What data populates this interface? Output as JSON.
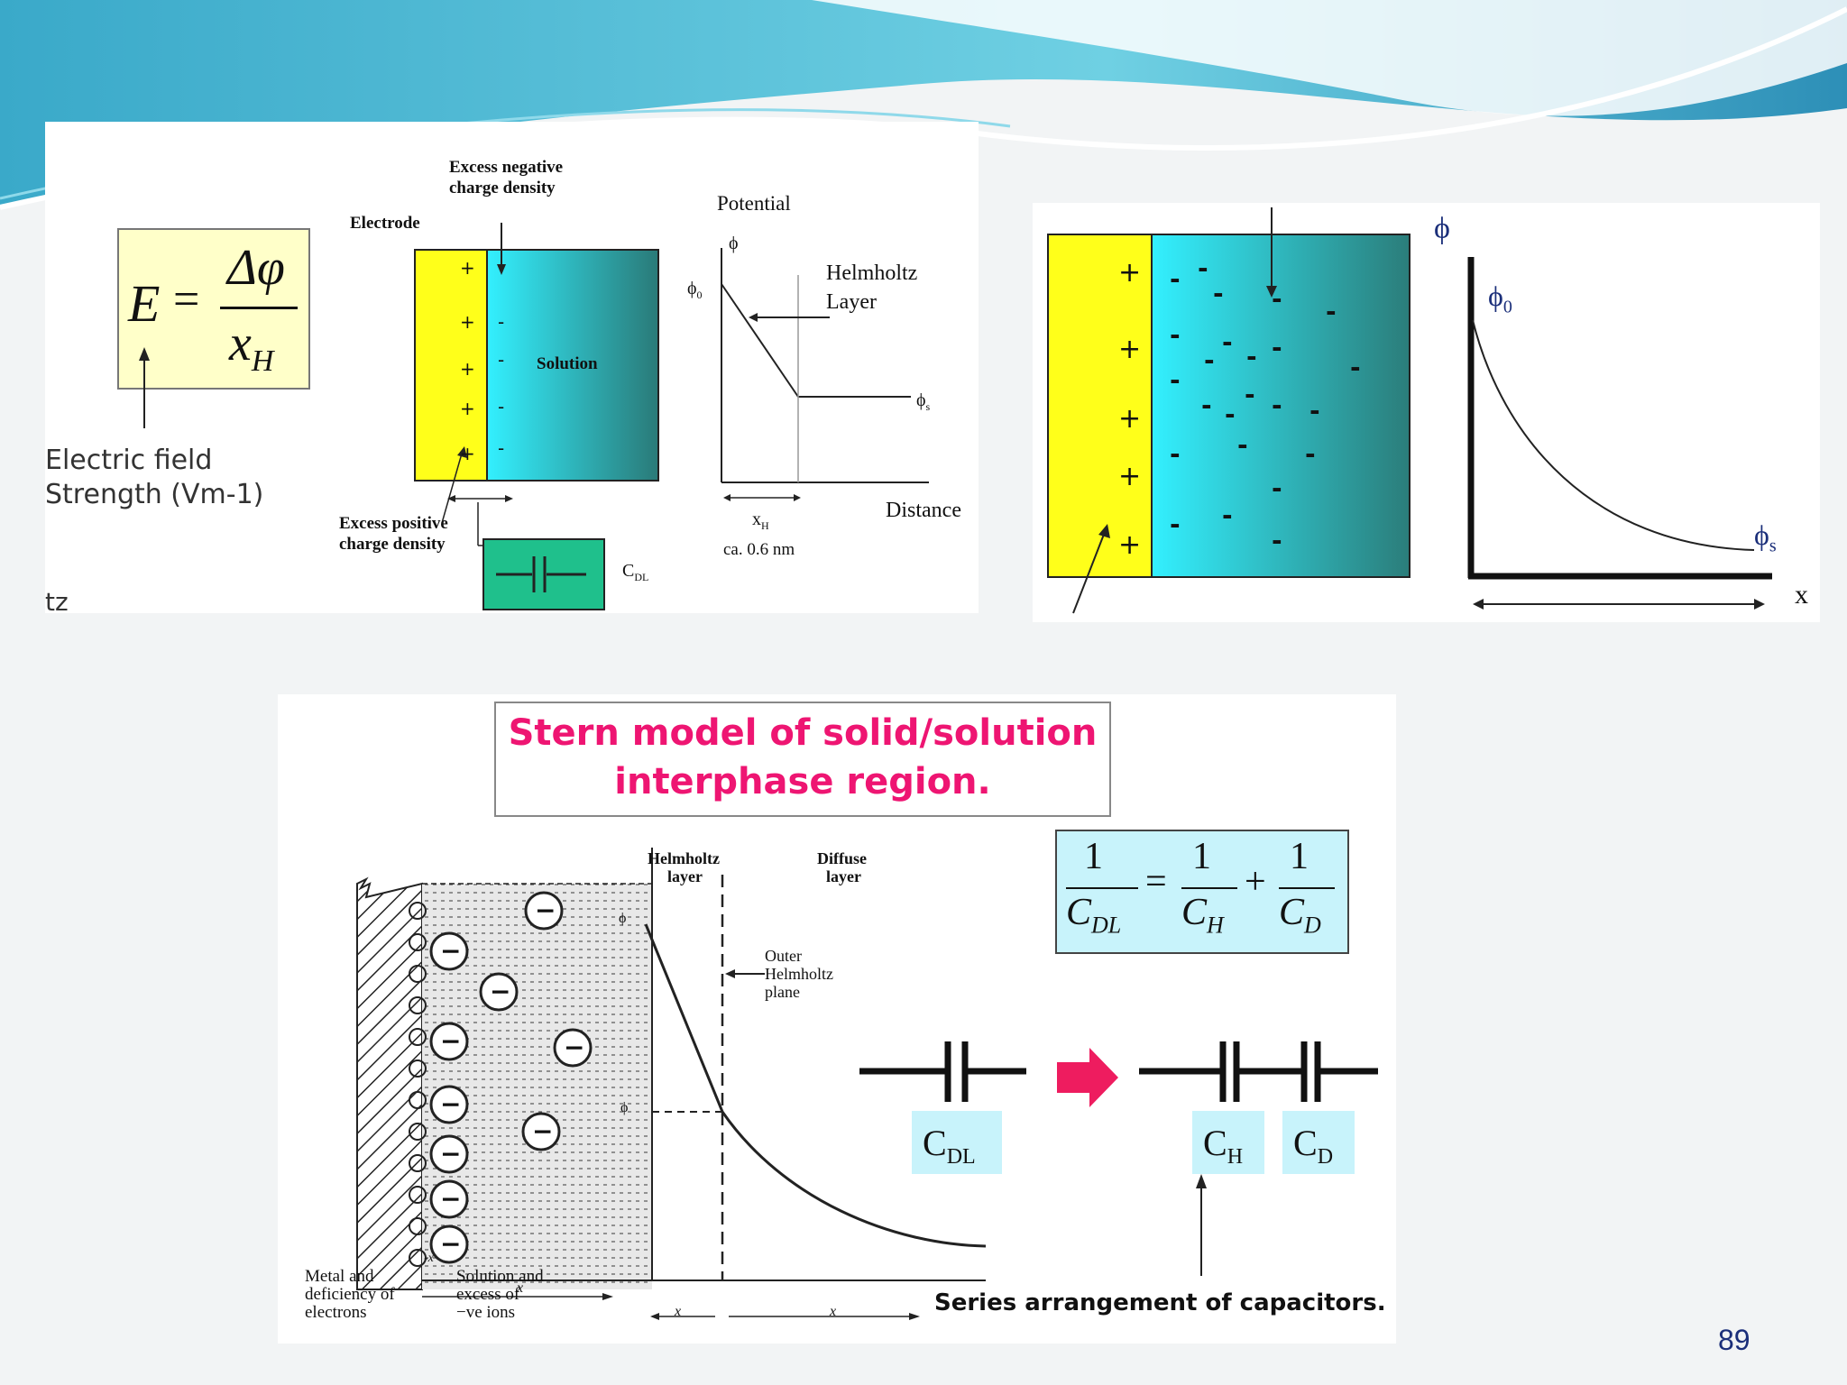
{
  "panel1": {
    "equation": {
      "lhs": "E",
      "eq": "=",
      "num": "Δφ",
      "den_var": "x",
      "den_sub": "H"
    },
    "field_label_line1": "Electric field",
    "field_label_line2": "Strength (Vm-1)",
    "fragment": "tz",
    "top_label_line1": "Excess negative",
    "top_label_line2": "charge density",
    "electrode": "Electrode",
    "solution": "Solution",
    "bottom_label_line1": "Excess positive",
    "bottom_label_line2": "charge density",
    "capacitor_main": "C",
    "capacitor_sub": "DL",
    "plus_sign": "+",
    "minus_sign": "-",
    "graph": {
      "potential_title": "Potential",
      "phi": "ϕ",
      "phi0_main": "ϕ",
      "phi0_sub": "0",
      "phis_main": "ϕ",
      "phis_sub": "s",
      "helmholtz_line1": "Helmholtz",
      "helmholtz_line2": "Layer",
      "distance": "Distance",
      "xh_main": "x",
      "xh_sub": "H",
      "xh_value": "ca. 0.6 nm"
    }
  },
  "panel2": {
    "phi": "ϕ",
    "phi0_main": "ϕ",
    "phi0_sub": "0",
    "phis_main": "ϕ",
    "phis_sub": "s",
    "x_label": "x",
    "plus_sign": "+",
    "minus_sign": "-"
  },
  "panel3": {
    "title_line1": "Stern model of solid/solution",
    "title_line2": "interphase region.",
    "helmholtz_layer_line1": "Helmholtz",
    "helmholtz_layer_line2": "layer",
    "diffuse_layer_line1": "Diffuse",
    "diffuse_layer_line2": "layer",
    "ohp_line1": "Outer",
    "ohp_line2": "Helmholtz",
    "ohp_line3": "plane",
    "phi0_label": "ϕ",
    "phi2_label": "ϕ",
    "metal_line1": "Metal and",
    "metal_line2": "deficiency of",
    "metal_line3": "electrons",
    "solution_line1": "Solution and",
    "solution_line2": "excess of",
    "solution_line3": "−ve ions",
    "minus_xh": "-x",
    "x_axis": "x",
    "xh": "x",
    "ion_sign": "−",
    "formula": {
      "one": "1",
      "cdl": "C",
      "cdl_sub": "DL",
      "ch": "C",
      "ch_sub": "H",
      "cd": "C",
      "cd_sub": "D",
      "eq": "=",
      "plus": "+"
    },
    "cdl_box": {
      "main": "C",
      "sub": "DL"
    },
    "ch_box": {
      "main": "C",
      "sub": "H"
    },
    "cd_box": {
      "main": "C",
      "sub": "D"
    },
    "series_caption": "Series arrangement of capacitors."
  },
  "page_number": "89",
  "colors": {
    "yellow": "#ffff1a",
    "cyan": "#33f0ff",
    "teal": "#2a8a86",
    "capacitor_box": "#1fc08c",
    "formula_box": "#c8f3fb",
    "title_text": "#ee1572",
    "arrow_pink": "#ee1c5f",
    "blue_text": "#1b2f7a"
  }
}
